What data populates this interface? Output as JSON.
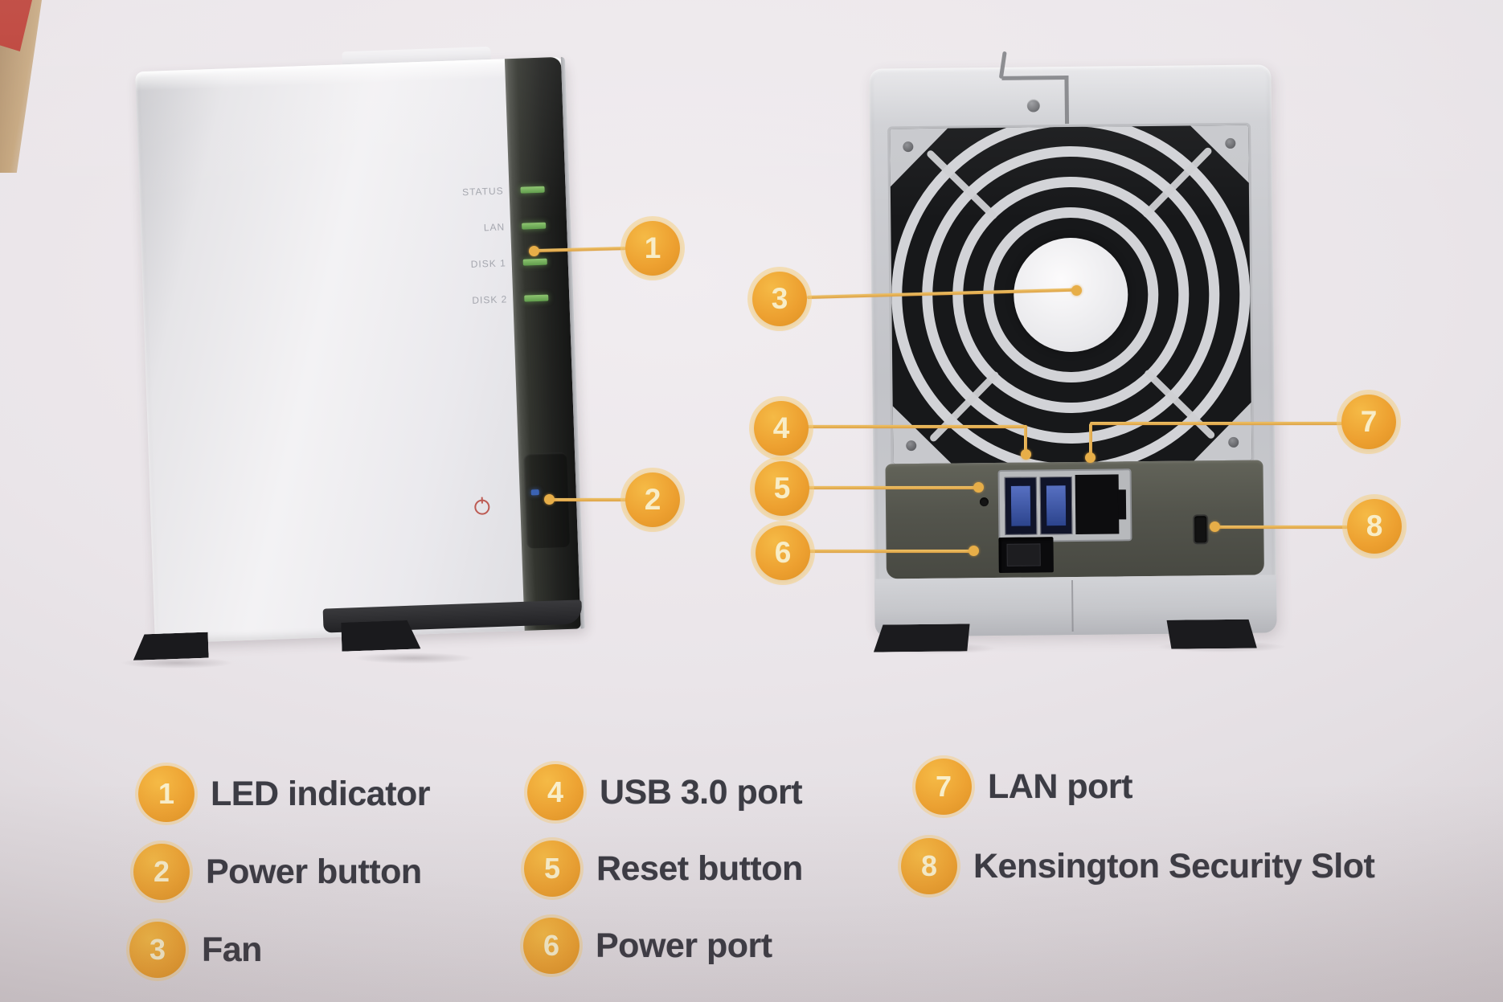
{
  "device": {
    "front_led_labels": [
      "STATUS",
      "LAN",
      "DISK 1",
      "DISK 2"
    ]
  },
  "callouts": [
    {
      "num": "1",
      "label": "LED indicator"
    },
    {
      "num": "2",
      "label": "Power button"
    },
    {
      "num": "3",
      "label": "Fan"
    },
    {
      "num": "4",
      "label": "USB 3.0 port"
    },
    {
      "num": "5",
      "label": "Reset button"
    },
    {
      "num": "6",
      "label": "Power port"
    },
    {
      "num": "7",
      "label": "LAN port"
    },
    {
      "num": "8",
      "label": "Kensington Security Slot"
    }
  ],
  "colors": {
    "callout_orange": "#f0a42f",
    "callout_line": "#e8b35a",
    "led_green": "#72b258",
    "power_led_blue": "#3a63b8",
    "power_symbol_red": "#bf5a52",
    "legend_text": "#3c3c44"
  }
}
